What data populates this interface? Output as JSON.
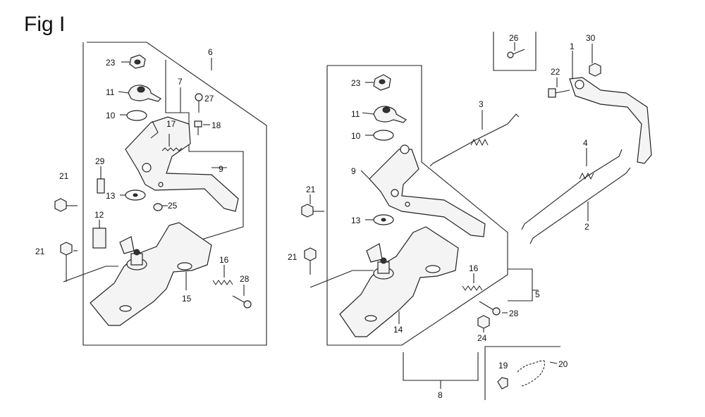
{
  "figure": {
    "title": "Fig I"
  },
  "callouts": {
    "c1": "1",
    "c2": "2",
    "c3": "3",
    "c4": "4",
    "c5": "5",
    "c6": "6",
    "c7": "7",
    "c8": "8",
    "c9a": "9",
    "c9b": "9",
    "c10a": "10",
    "c10b": "10",
    "c11a": "11",
    "c11b": "11",
    "c12": "12",
    "c13a": "13",
    "c13b": "13",
    "c14": "14",
    "c15": "15",
    "c16a": "16",
    "c16b": "16",
    "c17": "17",
    "c18": "18",
    "c19": "19",
    "c20": "20",
    "c21a": "21",
    "c21b": "21",
    "c21c": "21",
    "c21d": "21",
    "c22": "22",
    "c23a": "23",
    "c23b": "23",
    "c24": "24",
    "c25": "25",
    "c26": "26",
    "c27": "27",
    "c28a": "28",
    "c28b": "28",
    "c29": "29",
    "c30": "30"
  }
}
